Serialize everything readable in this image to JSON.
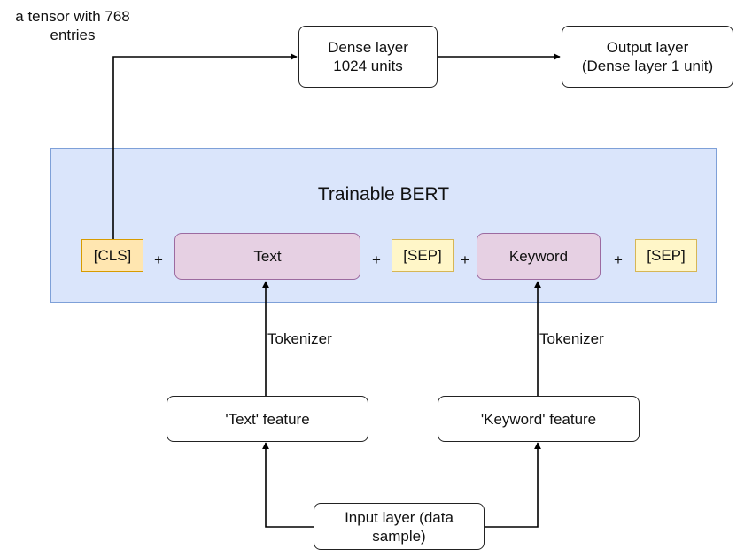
{
  "annotations": {
    "tensor_note": "a tensor with 768 entries",
    "tokenizer_left": "Tokenizer",
    "tokenizer_right": "Tokenizer"
  },
  "nodes": {
    "dense_layer": "Dense layer\n1024 units",
    "output_layer": "Output layer\n(Dense layer 1 unit)",
    "bert_title": "Trainable BERT",
    "text_feature": "'Text' feature",
    "keyword_feature": "'Keyword' feature",
    "input_layer": "Input layer (data\nsample)"
  },
  "tokens": {
    "cls": "[CLS]",
    "text": "Text",
    "sep1": "[SEP]",
    "keyword": "Keyword",
    "sep2": "[SEP]"
  },
  "operators": {
    "plus1": "+",
    "plus2": "+",
    "plus3": "+",
    "plus4": "+"
  },
  "colors": {
    "bert_fill": "#dae5fb",
    "bert_border": "#7ea0d8",
    "token_fill": "#e6d0e3",
    "sep_fill": "#fff6c8",
    "cls_fill": "#ffe6b0",
    "arrow": "#000000"
  }
}
